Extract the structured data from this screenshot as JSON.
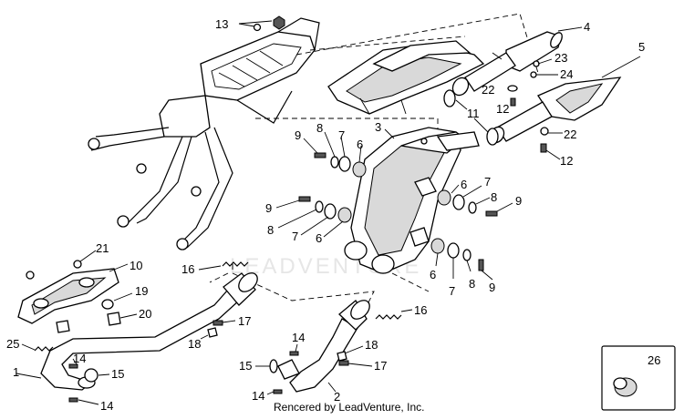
{
  "watermark": "LEADVENTURE",
  "credit": "Rencered by LeadVenture, Inc.",
  "labels": {
    "l13": "13",
    "l4": "4",
    "l5": "5",
    "l23": "23",
    "l24": "24",
    "l22a": "22",
    "l12a": "12",
    "l11": "11",
    "l22b": "22",
    "l12b": "12",
    "l3": "3",
    "l9a": "9",
    "l8a": "8",
    "l7a": "7",
    "l6a": "6",
    "l6b": "6",
    "l7b": "7",
    "l8b": "8",
    "l9b": "9",
    "l9c": "9",
    "l8c": "8",
    "l7c": "7",
    "l6c": "6",
    "l6d": "6",
    "l7d": "7",
    "l8d": "8",
    "l9d": "9",
    "l21": "21",
    "l10": "10",
    "l16a": "16",
    "l19": "19",
    "l20": "20",
    "l17a": "17",
    "l18a": "18",
    "l25": "25",
    "l1": "1",
    "l14a": "14",
    "l15a": "15",
    "l14b": "14",
    "l16b": "16",
    "l14c": "14",
    "l18b": "18",
    "l17b": "17",
    "l15b": "15",
    "l14d": "14",
    "l2": "2",
    "l26": "26"
  }
}
